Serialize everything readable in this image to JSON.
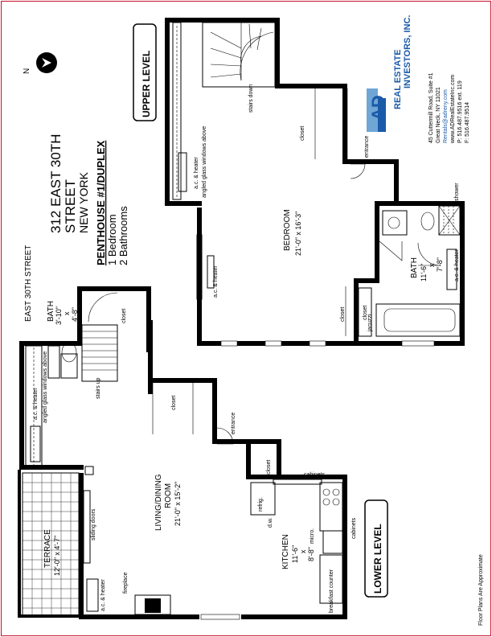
{
  "header": {
    "address_line1": "312 EAST 30TH",
    "address_line2": "STREET",
    "address_line3": "NEW YORK",
    "unit": "PENTHOUSE #1/DUPLEX",
    "bedrooms": "1 Bedroom",
    "bathrooms": "2 Bathrooms"
  },
  "compass": {
    "letter": "N"
  },
  "street_label": "EAST 30TH STREET",
  "levels": {
    "upper": "UPPER LEVEL",
    "lower": "LOWER LEVEL"
  },
  "rooms": {
    "bedroom": {
      "name": "BEDROOM",
      "size": "21'-0\" x 16'-3\""
    },
    "upper_bath": {
      "name": "BATH",
      "w": "11'-6\"",
      "x": "x",
      "h": "7'-8\""
    },
    "lower_bath": {
      "name": "BATH",
      "w": "3'-10\"",
      "x": "x",
      "h": "4'-8\""
    },
    "living": {
      "line1": "LIVING/DINING",
      "line2": "ROOM",
      "size": "21'-0\" x 15'-2\""
    },
    "kitchen": {
      "name": "KITCHEN",
      "w": "11'-6\"",
      "x": "x",
      "h": "8'-8\""
    },
    "terrace": {
      "name": "TERRACE",
      "size": "12'-0\" x 4'-7\""
    }
  },
  "labels": {
    "stairs_down": "stairs down",
    "stairs_up": "stairs up",
    "closet": "closet",
    "entrance": "entrance",
    "ac_heater": "a.c. & heater",
    "angled_windows": "angled glass windows above",
    "shower": "shower",
    "jacuzzi": "jacuzzi",
    "cabinets": "cabinets",
    "refrig": "refrig.",
    "dw": "d.w.",
    "micro": "micro.",
    "breakfast_counter": "breakfast counter",
    "fireplace": "fireplace",
    "sliding_doors": "sliding doors"
  },
  "company": {
    "logo_top": "REAL ESTATE",
    "logo_ad": "AD",
    "logo_investors": "INVESTORS, INC.",
    "address1": "45 Cuttermill Road, Suite #1",
    "address2": "Great Neck, NY 11021",
    "email": "Rentals@adreny.com",
    "website": "www.ADRealEstateInc.com",
    "phone": "P: 516.487.9516 ext. 119",
    "fax": "F: 516.487.9514"
  },
  "footer": "Floor Plans Are Approximate",
  "colors": {
    "brand_blue": "#1a5aa8",
    "brand_light": "#6fa6d6",
    "border": "#c8102e"
  }
}
